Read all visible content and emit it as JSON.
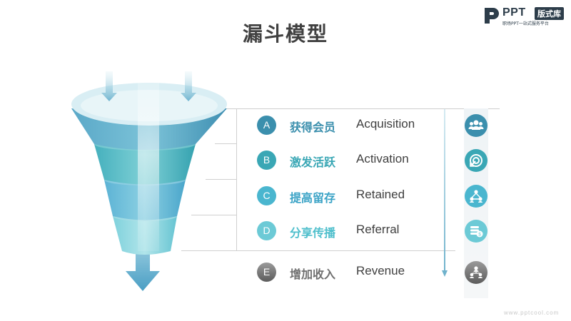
{
  "title": "漏斗模型",
  "logo": {
    "brand": "PPT",
    "box": "版式库",
    "tagline": "职场PPT一站式服务平台"
  },
  "stages": [
    {
      "letter": "A",
      "cn": "获得会员",
      "en": "Acquisition",
      "color": "#3b8fad",
      "icon": "group-icon"
    },
    {
      "letter": "B",
      "cn": "激发活跃",
      "en": "Activation",
      "color": "#3aa7b5",
      "icon": "target-icon"
    },
    {
      "letter": "C",
      "cn": "提高留存",
      "en": "Retained",
      "color": "#4ab6cf",
      "icon": "network-icon"
    },
    {
      "letter": "D",
      "cn": "分享传播",
      "en": "Referral",
      "color": "#6ccad6",
      "icon": "coins-icon"
    },
    {
      "letter": "E",
      "cn": "增加收入",
      "en": "Revenue",
      "color": "#707070",
      "icon": "hierarchy-icon"
    }
  ],
  "watermark": "www.pptcool.com"
}
